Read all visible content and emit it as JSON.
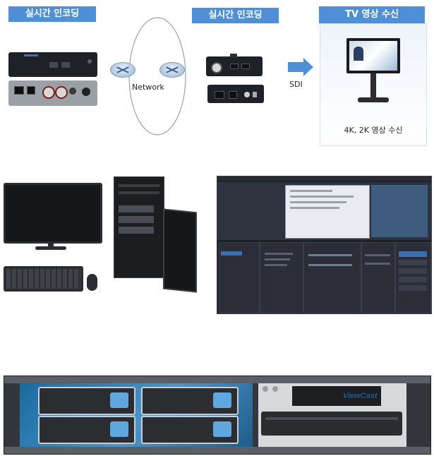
{
  "encoder_left": {
    "label": "실시간 인코딩"
  },
  "encoder_right": {
    "label": "실시간 인코딩"
  },
  "tv_receive": {
    "label": "TV 영상 수신",
    "caption": "4K, 2K 영상 수신"
  },
  "network": {
    "label": "Network"
  },
  "sdi": {
    "label": "SDI"
  },
  "server_brand": {
    "label": "ViewCast"
  },
  "colors": {
    "accent": "#4f8fd6",
    "device_dark": "#1e2126",
    "drive_handle": "#5fa7df"
  }
}
